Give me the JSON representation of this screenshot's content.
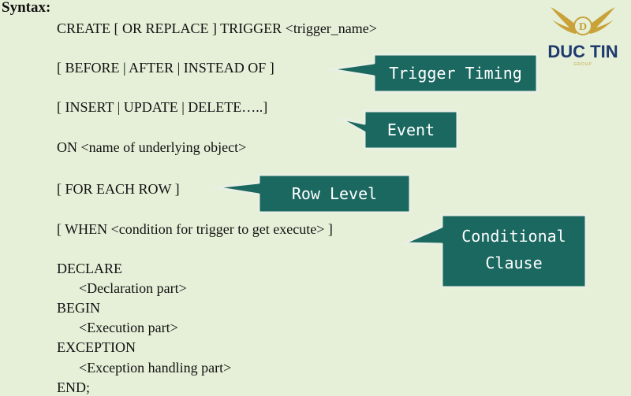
{
  "heading": "Syntax:",
  "code_lines": [
    "CREATE [ OR REPLACE ] TRIGGER <trigger_name>",
    "[ BEFORE | AFTER | INSTEAD OF ]",
    "[ INSERT | UPDATE | DELETE…..]",
    "ON <name of underlying object>",
    "[ FOR EACH ROW ]",
    "[ WHEN <condition for trigger to get execute> ]",
    "DECLARE",
    "<Declaration part>",
    "BEGIN",
    "<Execution part>",
    "EXCEPTION",
    "<Exception handling part>",
    "END;"
  ],
  "callouts": {
    "timing": "Trigger Timing",
    "event": "Event",
    "row_level": "Row Level",
    "conditional_line1": "Conditional",
    "conditional_line2": "Clause"
  },
  "logo": {
    "name": "DUC TIN",
    "sub": "GROUP",
    "monogram": "D"
  },
  "colors": {
    "background": "#e6f0d8",
    "callout_fill": "#1b6860",
    "callout_border": "#e9efe3",
    "logo_blue": "#1e3a6e",
    "logo_gold": "#c9a23a"
  }
}
